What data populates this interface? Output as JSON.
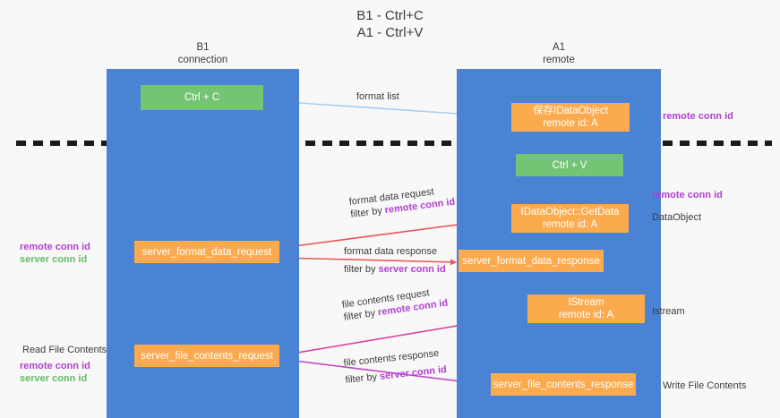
{
  "title": {
    "line1": "B1 - Ctrl+C",
    "line2": "A1 - Ctrl+V"
  },
  "lanes": [
    {
      "id": "b1",
      "name": "B1",
      "subtitle": "connection",
      "color": "#4a82d4"
    },
    {
      "id": "a1",
      "name": "A1",
      "subtitle": "remote",
      "color": "#4a82d4"
    }
  ],
  "colors": {
    "lane": "#4a82d4",
    "green_node": "#74c476",
    "orange_node": "#fbab4e",
    "purple_text": "#b23fd0",
    "green_text": "#66bb6a",
    "arrow_blue": "#a8cdf0",
    "arrow_red": "#e8555a",
    "arrow_pink": "#e0359c",
    "arrow_magenta": "#c040c8",
    "arrow_black": "#1a1a1a",
    "divider": "#1a1a1a",
    "background": "#f8f8f8"
  },
  "nodes": {
    "ctrl_c": {
      "label": "Ctrl + C",
      "type": "green"
    },
    "save_idataobject": {
      "line1": "保存IDataObject",
      "line2": "remote id: A",
      "type": "orange"
    },
    "ctrl_v": {
      "label": "Ctrl + V",
      "type": "green"
    },
    "getdata": {
      "line1": "IDataObject::GetData",
      "line2": "remote id: A",
      "type": "orange"
    },
    "server_format_data_request": {
      "label": "server_format_data_request",
      "type": "orange"
    },
    "server_format_data_response": {
      "label": "server_format_data_response",
      "type": "orange"
    },
    "istream": {
      "line1": "IStream",
      "line2": "remote id: A",
      "type": "orange"
    },
    "server_file_contents_request": {
      "label": "server_file_contents_request",
      "type": "orange"
    },
    "server_file_contents_response": {
      "label": "server_file_contents_response",
      "type": "orange"
    }
  },
  "edges": {
    "format_list": {
      "label": "format list"
    },
    "format_data_request": {
      "line1": "format data request",
      "prefix": "filter by ",
      "key": "remote conn id"
    },
    "format_data_response": {
      "line1": "format data response",
      "prefix": "filter by ",
      "key": "server conn id"
    },
    "file_contents_request": {
      "line1": "file contents request",
      "prefix": "filter by ",
      "key": "remote conn id"
    },
    "file_contents_response": {
      "line1": "file contents response",
      "prefix": "filter by ",
      "key": "server conn id"
    }
  },
  "annotations": {
    "right_remote_conn_id_top": "remote conn id",
    "right_remote_conn_id_mid": "remote conn id",
    "right_dataobject": "DataObject",
    "right_istream": "Istream",
    "right_write_file_contents": "Write File Contents",
    "left_read_file_contents": "Read File Contents",
    "left_remote_conn_id_mid": "remote conn id",
    "left_server_conn_id_mid": "server conn id",
    "left_remote_conn_id_bottom": "remote conn id",
    "left_server_conn_id_bottom": "server conn id"
  }
}
